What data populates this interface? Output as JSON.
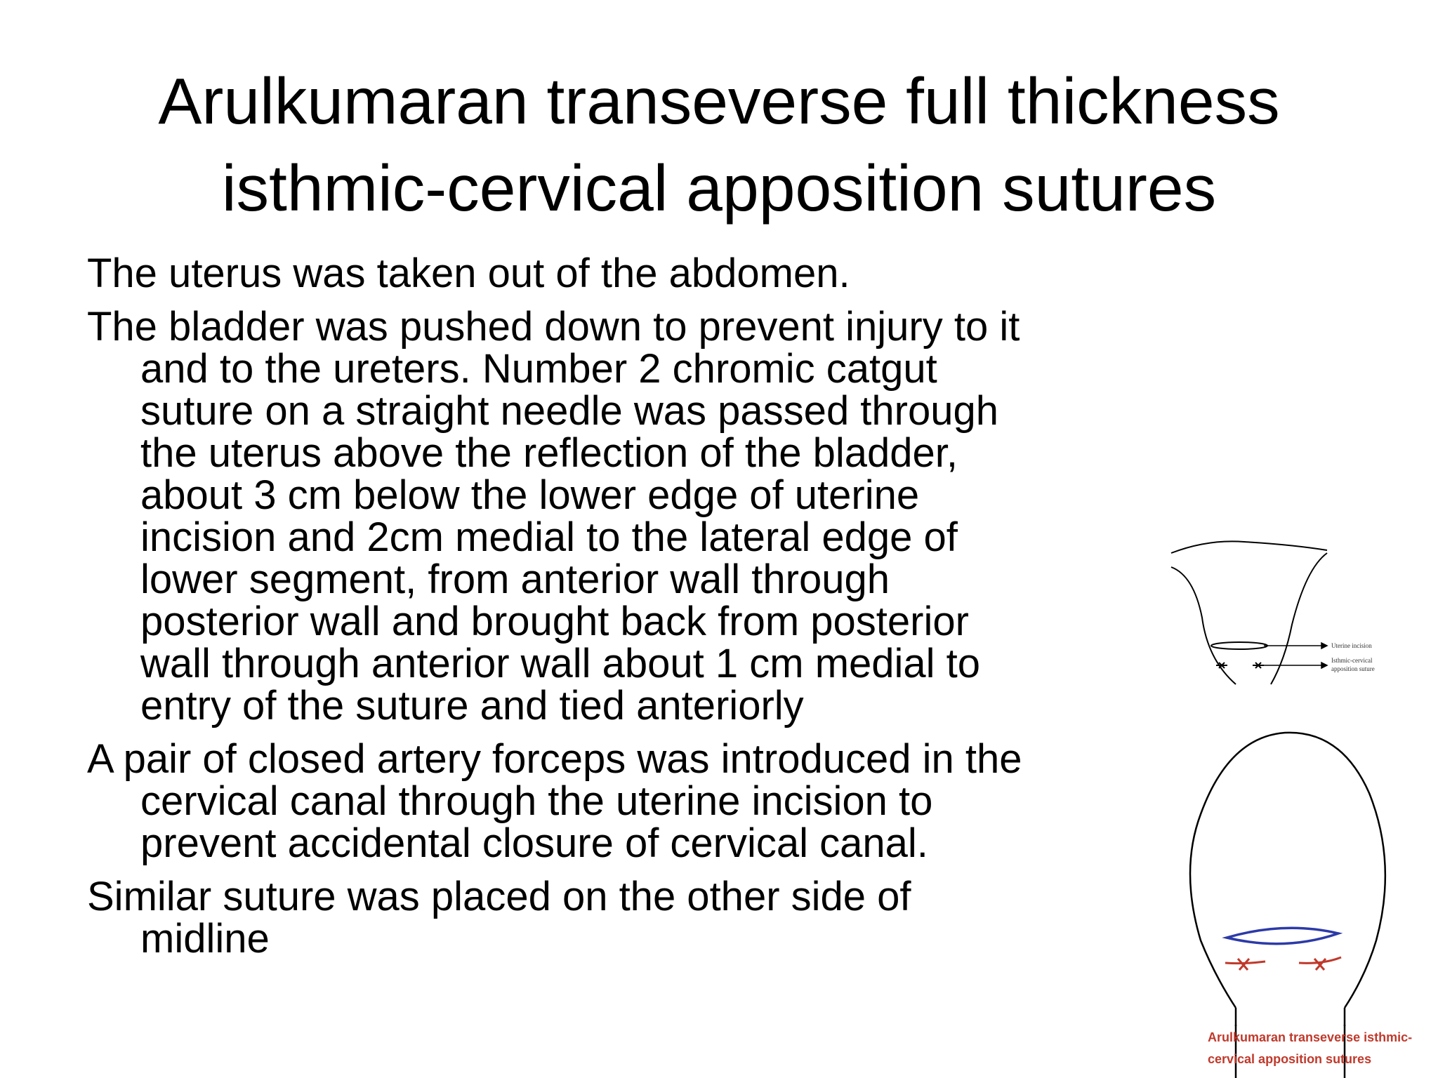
{
  "slide": {
    "title_lines": [
      "Arulkumaran  transeverse full thickness",
      "isthmic-cervical apposition sutures"
    ],
    "paragraphs": [
      {
        "lines": [
          "The uterus was taken out of the abdomen."
        ]
      },
      {
        "lines": [
          "The bladder was pushed down to prevent injury to it",
          "and to the ureters. Number 2 chromic catgut",
          "suture on a straight needle was passed through",
          "the uterus above the reflection of the bladder,",
          "about 3 cm below the lower edge of uterine",
          "incision and 2cm medial to the lateral edge of",
          "lower segment, from anterior wall through",
          "posterior wall and brought back from posterior",
          "wall through anterior wall about 1 cm medial to",
          "entry of the suture and tied anteriorly"
        ]
      },
      {
        "lines": [
          "A pair of closed artery forceps was introduced in the",
          "cervical canal through the uterine incision to",
          "prevent accidental closure of cervical canal."
        ]
      },
      {
        "lines": [
          "Similar suture was placed on the other side of",
          "midline"
        ]
      }
    ]
  },
  "diagram": {
    "label_incision": "Uterine incision",
    "label_suture_1": "Isthmic-cervical",
    "label_suture_2": "apposition suture",
    "caption_1": "Arulkumaran transeverse isthmic-",
    "caption_2": "cervical apposition sutures",
    "colors": {
      "incision": "#2c3aa8",
      "suture": "#c0392b",
      "caption": "#c0392b"
    }
  }
}
